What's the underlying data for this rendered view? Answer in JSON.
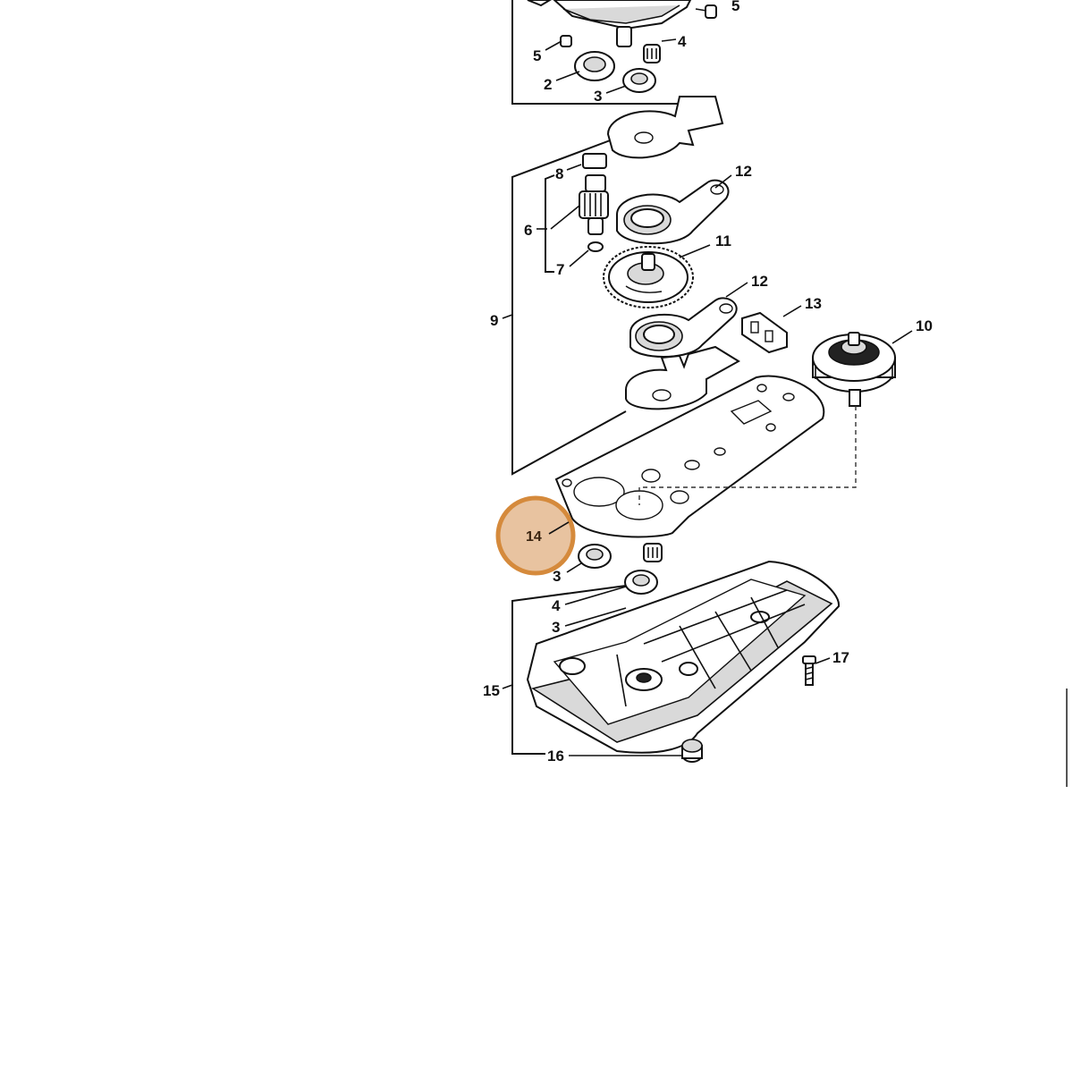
{
  "diagram": {
    "callouts": [
      {
        "id": "c5a",
        "text": "5"
      },
      {
        "id": "c5b",
        "text": "5"
      },
      {
        "id": "c4a",
        "text": "4"
      },
      {
        "id": "c2",
        "text": "2"
      },
      {
        "id": "c3a",
        "text": "3"
      },
      {
        "id": "c8",
        "text": "8"
      },
      {
        "id": "c12a",
        "text": "12"
      },
      {
        "id": "c6",
        "text": "6"
      },
      {
        "id": "c11",
        "text": "11"
      },
      {
        "id": "c7",
        "text": "7"
      },
      {
        "id": "c12b",
        "text": "12"
      },
      {
        "id": "c13",
        "text": "13"
      },
      {
        "id": "c9",
        "text": "9"
      },
      {
        "id": "c10",
        "text": "10"
      },
      {
        "id": "c3b",
        "text": "3"
      },
      {
        "id": "c4b",
        "text": "4"
      },
      {
        "id": "c3c",
        "text": "3"
      },
      {
        "id": "c17",
        "text": "17"
      },
      {
        "id": "c15",
        "text": "15"
      },
      {
        "id": "c16",
        "text": "16"
      }
    ],
    "highlight": {
      "text": "14",
      "color": "#e8c3a0",
      "ring_color": "#d58a3c"
    }
  }
}
